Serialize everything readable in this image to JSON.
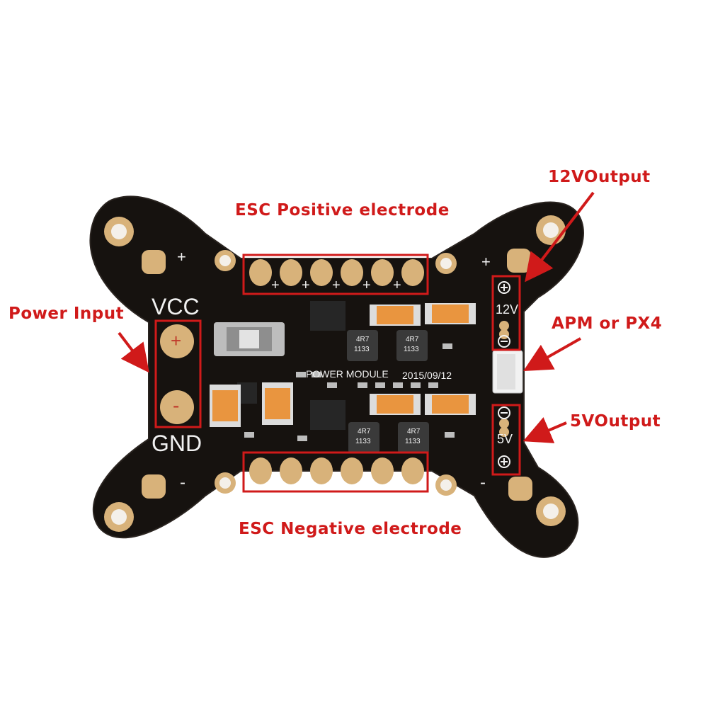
{
  "callouts": {
    "esc_positive": "ESC Positive electrode",
    "esc_negative": "ESC Negative electrode",
    "power_input": "Power Input",
    "out_12v": "12VOutput",
    "apm_px4": "APM or PX4",
    "out_5v": "5VOutput"
  },
  "board": {
    "vcc": "VCC",
    "gnd": "GND",
    "power_module": "POWER MODULE",
    "date": "2015/09/12",
    "v12": "12V",
    "v5": "5V",
    "plus": "+",
    "minus": "-",
    "inductor_code": "4R7",
    "inductor_value": "1133"
  },
  "colors": {
    "board": "#16120f",
    "gold": "#d8b27a",
    "annotation": "#d01a1a",
    "silkscreen": "#f1f1f1",
    "tantalum": "#e9953f"
  }
}
